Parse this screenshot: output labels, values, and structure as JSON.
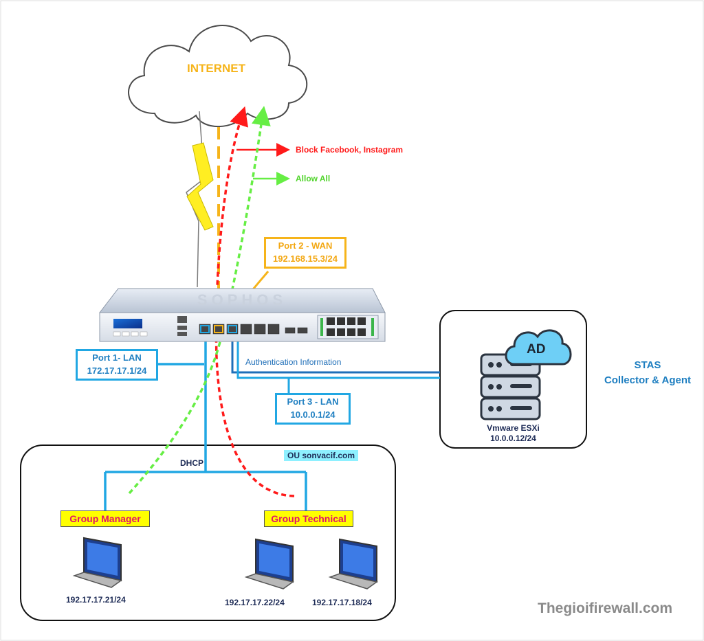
{
  "internet_label": "INTERNET",
  "policies": {
    "block": "Block Facebook, Instagram",
    "allow": "Allow All"
  },
  "ports": {
    "wan_title": "Port 2 - WAN",
    "wan_ip": "192.168.15.3/24",
    "lan1_title": "Port 1- LAN",
    "lan1_ip": "172.17.17.1/24",
    "lan3_title": "Port 3 - LAN",
    "lan3_ip": "10.0.0.1/24"
  },
  "auth_info": "Authentication Information",
  "server": {
    "badge": "AD",
    "name": "Vmware ESXi",
    "ip": "10.0.0.12/24"
  },
  "stas": {
    "line1": "STAS",
    "line2": "Collector & Agent"
  },
  "lan": {
    "ou": "OU sonvacif.com",
    "dhcp": "DHCP",
    "group_manager": "Group Manager",
    "group_technical": "Group Technical",
    "pc1_ip": "192.17.17.21/24",
    "pc2_ip": "192.17.17.22/24",
    "pc3_ip": "192.17.17.18/24"
  },
  "firewall_brand": "SOPHOS",
  "watermark": "Thegioifirewall.com",
  "colors": {
    "block": "#ff1a1a",
    "allow": "#66ee44",
    "wan": "#f6b41a",
    "lan": "#21a7e3",
    "auth": "#1f6fb8"
  }
}
